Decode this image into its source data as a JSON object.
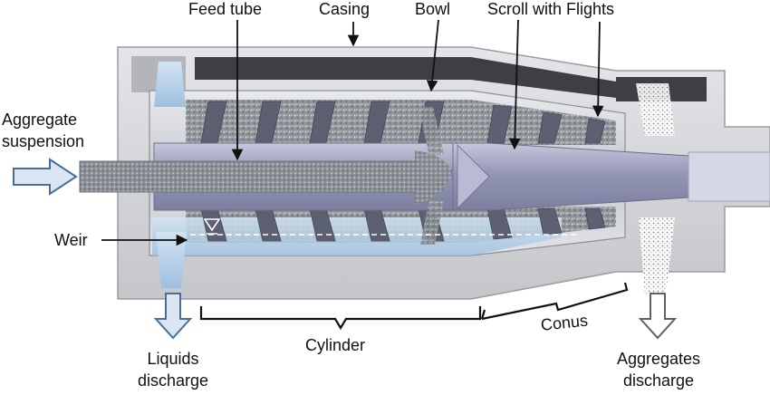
{
  "labels": {
    "feed_tube": "Feed tube",
    "casing": "Casing",
    "bowl": "Bowl",
    "scroll": "Scroll with Flights",
    "aggregate_line1": "Aggregate",
    "aggregate_line2": "suspension",
    "weir": "Weir",
    "liquids_line1": "Liquids",
    "liquids_line2": "discharge",
    "cylinder": "Cylinder",
    "conus": "Conus",
    "aggregates_line1": "Aggregates",
    "aggregates_line2": "discharge"
  },
  "colors": {
    "casing_dark": "#3b3d42",
    "bowl_silver": "#c9cace",
    "scroll_blue": "#a9abc8",
    "liquid_blue": "#a9c7e3",
    "solids_grey": "#8f959a",
    "arrow_fill": "#dbe6f2",
    "arrow_stroke": "#4a6f96"
  }
}
